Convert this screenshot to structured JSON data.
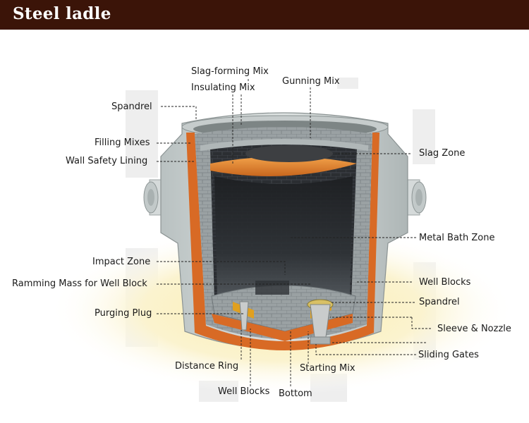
{
  "header": {
    "title": "Steel ladle"
  },
  "colors": {
    "header_bg": "#3b1408",
    "refractory_orange": "#e07a2e",
    "shell_gray": "#c9cfcf",
    "brick_dark": "#2c2f33",
    "glow_yellow": "#f8eaa0"
  },
  "labels": {
    "slag_forming_mix": "Slag-forming Mix",
    "insulating_mix": "Insulating Mix",
    "gunning_mix": "Gunning Mix",
    "spandrel_top": "Spandrel",
    "filling_mixes": "Filling Mixes",
    "wall_safety_lining": "Wall Safety Lining",
    "slag_zone": "Slag Zone",
    "metal_bath_zone": "Metal Bath Zone",
    "impact_zone": "Impact Zone",
    "ramming_mass": "Ramming Mass for Well Block",
    "purging_plug": "Purging Plug",
    "well_blocks_right": "Well Blocks",
    "spandrel_bottom": "Spandrel",
    "sleeve_nozzle": "Sleeve & Nozzle",
    "sliding_gates": "Sliding Gates",
    "distance_ring": "Distance Ring",
    "starting_mix": "Starting Mix",
    "well_blocks_bottom": "Well Blocks",
    "bottom": "Bottom"
  }
}
